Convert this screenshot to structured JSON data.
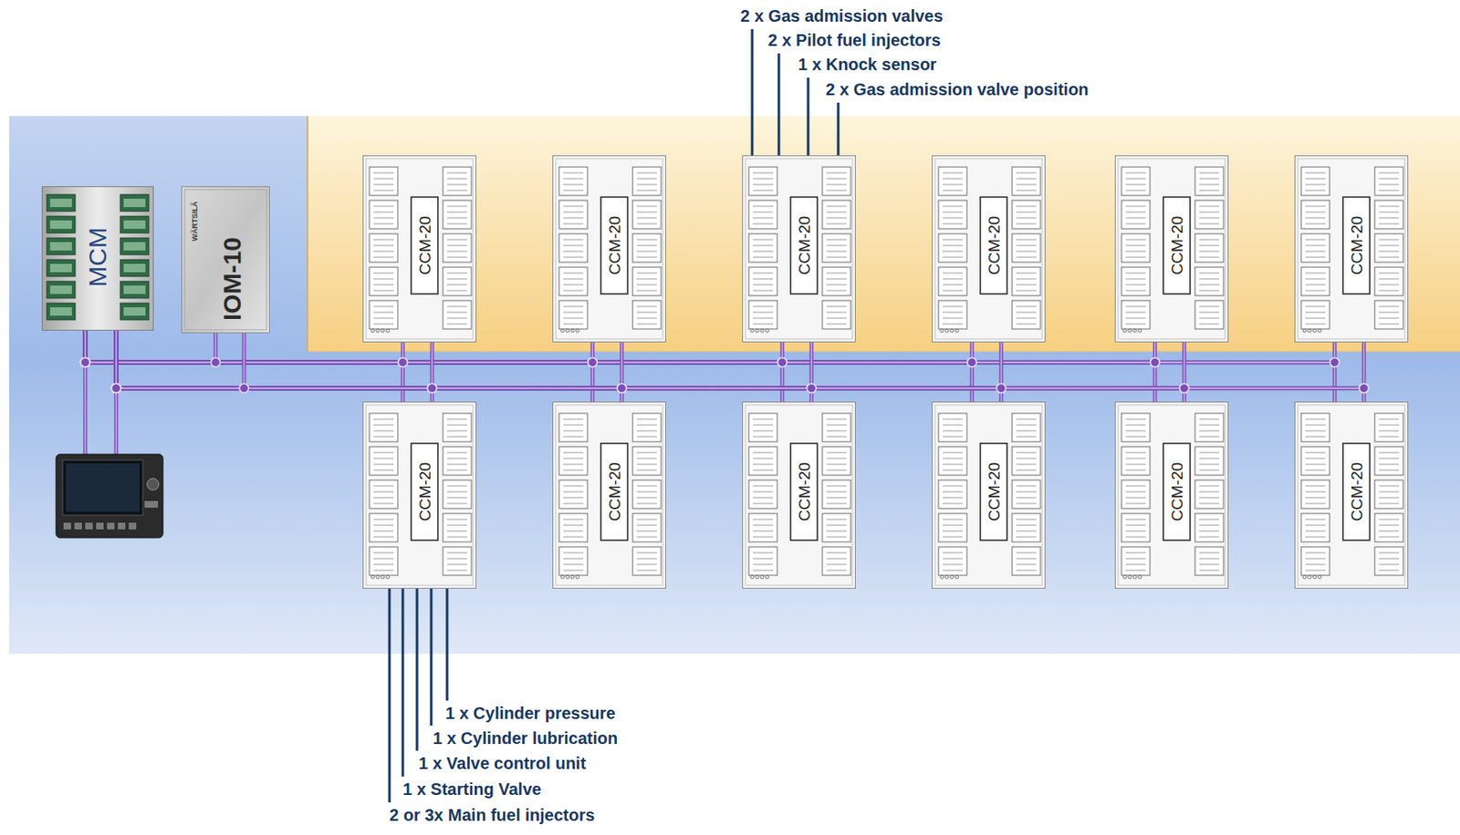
{
  "diagram": {
    "nodes": [
      {
        "text": [
          "MCM"
        ]
      },
      {
        "text": [
          "WÄRTSILÄ",
          "IOM-10"
        ]
      },
      {
        "text": [
          "CCM-20"
        ]
      },
      {
        "text": [
          "CCM-20"
        ]
      },
      {
        "text": [
          "CCM-20"
        ]
      },
      {
        "text": [
          "CCM-20"
        ]
      },
      {
        "text": [
          "CCM-20"
        ]
      },
      {
        "text": [
          "CCM-20"
        ]
      },
      {
        "text": [
          "CCM-20"
        ]
      },
      {
        "text": [
          "CCM-20"
        ]
      },
      {
        "text": [
          "CCM-20"
        ]
      },
      {
        "text": [
          "CCM-20"
        ]
      },
      {
        "text": [
          "CCM-20"
        ]
      },
      {
        "text": [
          "CCM-20"
        ]
      }
    ],
    "edges": [
      {
        "from": 0,
        "to": 1,
        "arrow": "none"
      },
      {
        "from": 0,
        "to": 2,
        "arrow": "none"
      },
      {
        "from": 0,
        "to": 3,
        "arrow": "none"
      },
      {
        "from": 0,
        "to": 4,
        "arrow": "none"
      },
      {
        "from": 0,
        "to": 5,
        "arrow": "none"
      },
      {
        "from": 0,
        "to": 6,
        "arrow": "none"
      },
      {
        "from": 0,
        "to": 7,
        "arrow": "none"
      },
      {
        "from": 0,
        "to": 8,
        "arrow": "none"
      },
      {
        "from": 0,
        "to": 9,
        "arrow": "none"
      },
      {
        "from": 0,
        "to": 10,
        "arrow": "none"
      },
      {
        "from": 0,
        "to": 11,
        "arrow": "none"
      },
      {
        "from": 0,
        "to": 12,
        "arrow": "none"
      },
      {
        "from": 0,
        "to": 13,
        "arrow": "none"
      },
      {
        "from": 0,
        "to": 1,
        "arrow": "none"
      },
      {
        "from": 0,
        "to": 2,
        "arrow": "none"
      },
      {
        "from": 0,
        "to": 3,
        "arrow": "none"
      },
      {
        "from": 0,
        "to": 4,
        "arrow": "none"
      },
      {
        "from": 0,
        "to": 5,
        "arrow": "none"
      },
      {
        "from": 0,
        "to": 6,
        "arrow": "none"
      },
      {
        "from": 0,
        "to": 7,
        "arrow": "none"
      },
      {
        "from": 0,
        "to": 8,
        "arrow": "none"
      },
      {
        "from": 0,
        "to": 9,
        "arrow": "none"
      },
      {
        "from": 0,
        "to": 10,
        "arrow": "none"
      },
      {
        "from": 0,
        "to": 11,
        "arrow": "none"
      },
      {
        "from": 0,
        "to": 12,
        "arrow": "none"
      },
      {
        "from": 0,
        "to": 13,
        "arrow": "none"
      }
    ],
    "labels": [
      "2 x Gas admission valves",
      "2 x Pilot fuel injectors",
      "1 x Knock sensor",
      "2 x Gas admission valve position",
      "1 x Cylinder pressure",
      "1 x Cylinder lubrication",
      "1 x Valve control unit",
      "1 x Starting Valve",
      "2 or 3x Main fuel injectors"
    ]
  }
}
